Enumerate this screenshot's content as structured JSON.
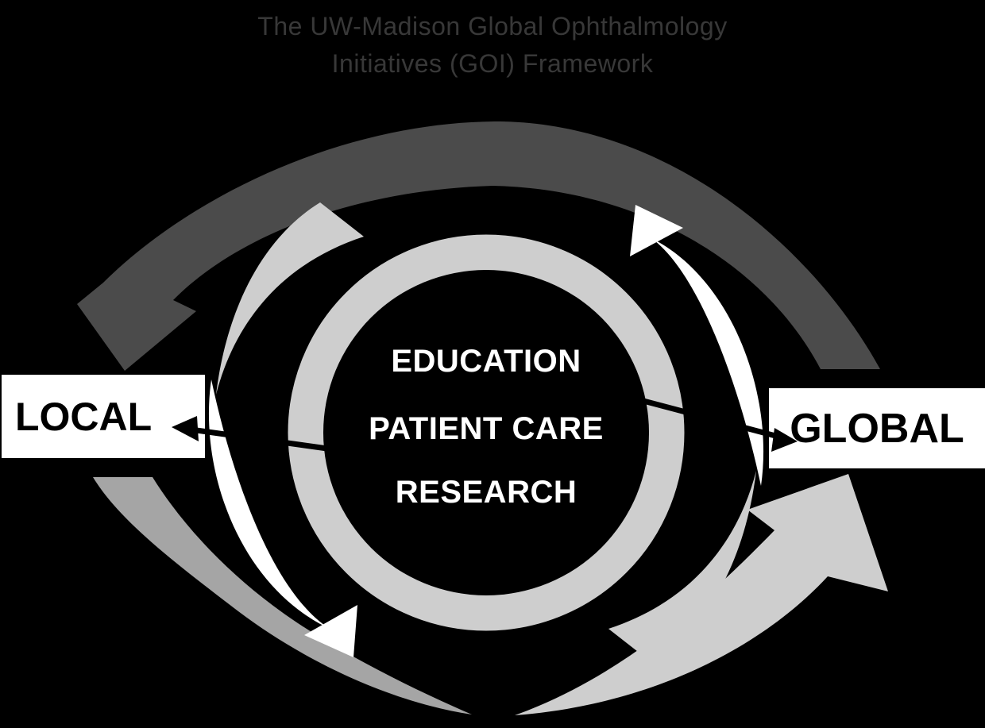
{
  "title": {
    "line1": "The UW-Madison Global Ophthalmology",
    "line2": "Initiatives (GOI) Framework"
  },
  "center_circle": {
    "items": [
      "EDUCATION",
      "PATIENT CARE",
      "RESEARCH"
    ]
  },
  "nodes": {
    "local": "LOCAL",
    "global": "GLOBAL"
  },
  "colors": {
    "background": "#000000",
    "title_text": "#383838",
    "outer_top_arc": "#4b4b4b",
    "outer_bottom_left_arc": "#a5a5a5",
    "light_gray_shapes": "#cecece",
    "white_arrows": "#ffffff",
    "node_box_bg": "#ffffff",
    "node_text": "#000000",
    "center_text": "#ffffff",
    "connector_arrows": "#000000"
  }
}
